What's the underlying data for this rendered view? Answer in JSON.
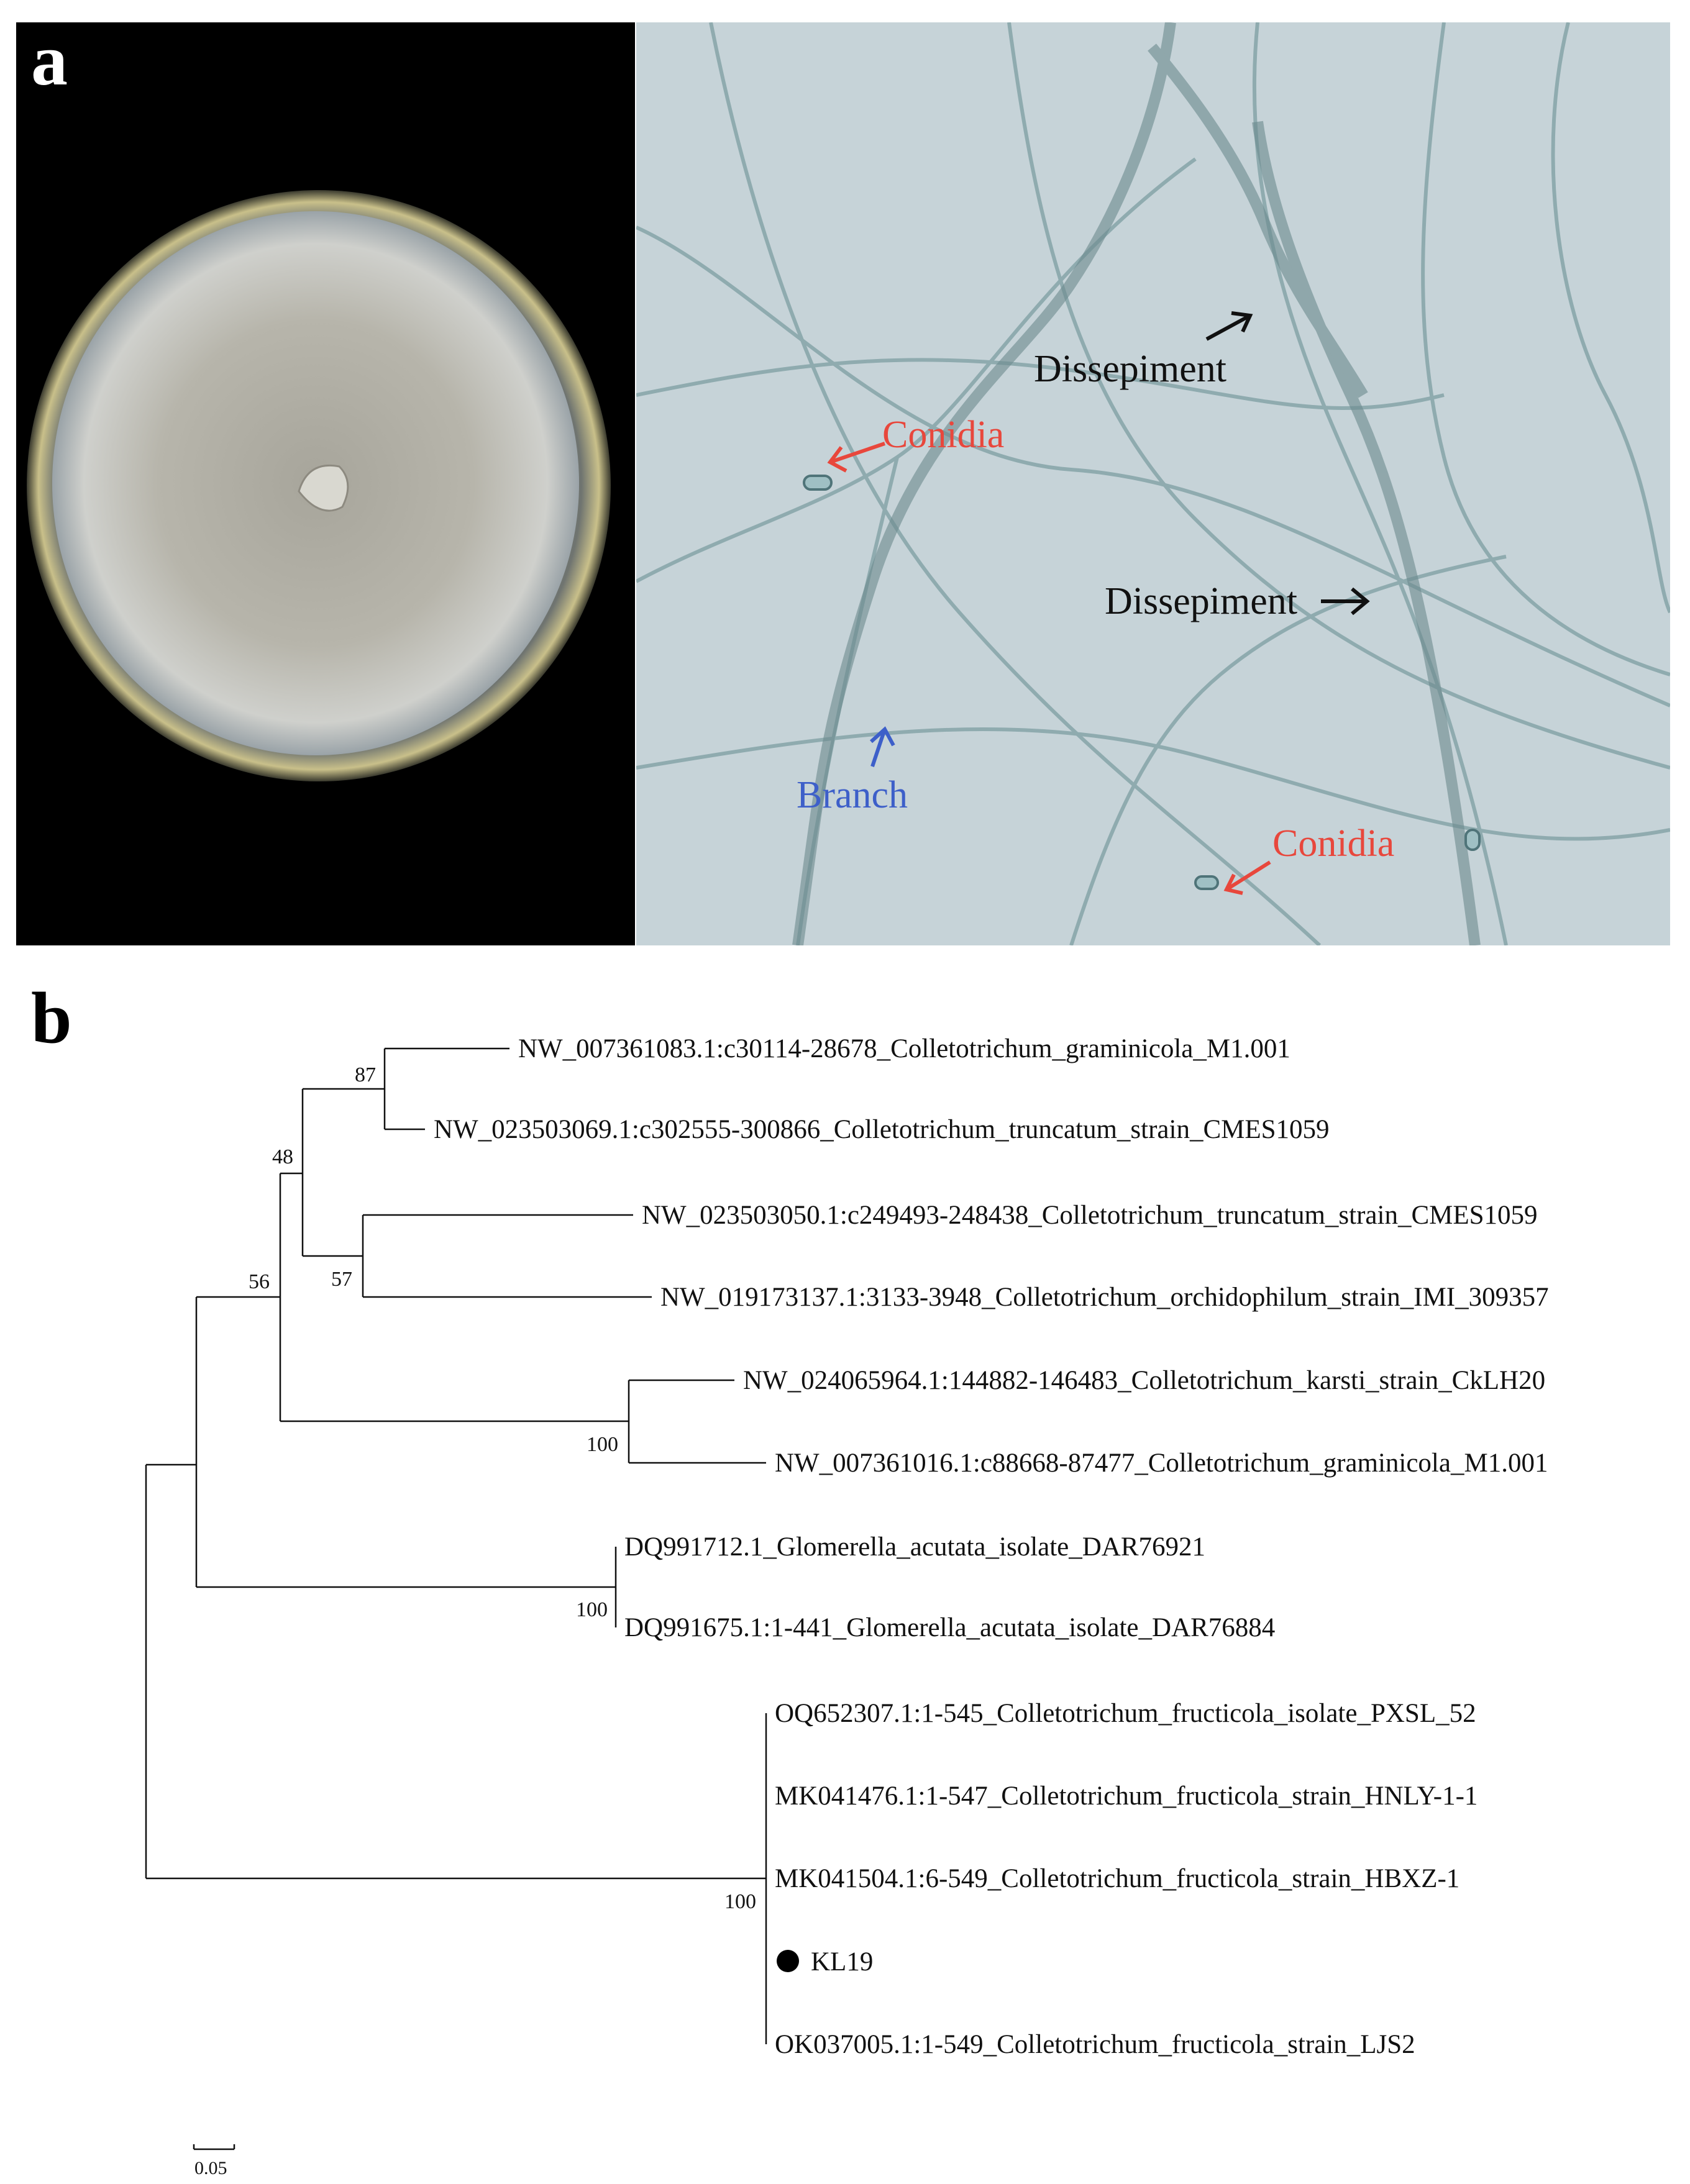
{
  "panel_a": {
    "letter": "a",
    "annotations": {
      "dissepiment_upper": "Dissepiment",
      "dissepiment_lower": "Dissepiment",
      "conidia_upper": "Conidia",
      "conidia_lower": "Conidia",
      "branch": "Branch"
    },
    "colors": {
      "conidia": "#e8473c",
      "branch": "#3d5fc9",
      "dissepiment": "#111111",
      "background": "#c6d3d8"
    }
  },
  "panel_b": {
    "letter": "b",
    "tree": {
      "leaves": [
        "NW_007361083.1:c30114-28678_Colletotrichum_graminicola_M1.001",
        "NW_023503069.1:c302555-300866_Colletotrichum_truncatum_strain_CMES1059",
        "NW_023503050.1:c249493-248438_Colletotrichum_truncatum_strain_CMES1059",
        "NW_019173137.1:3133-3948_Colletotrichum_orchidophilum_strain_IMI_309357",
        "NW_024065964.1:144882-146483_Colletotrichum_karsti_strain_CkLH20",
        "NW_007361016.1:c88668-87477_Colletotrichum_graminicola_M1.001",
        "DQ991712.1_Glomerella_acutata_isolate_DAR76921",
        "DQ991675.1:1-441_Glomerella_acutata_isolate_DAR76884",
        "OQ652307.1:1-545_Colletotrichum_fructicola_isolate_PXSL_52",
        "MK041476.1:1-547_Colletotrichum_fructicola_strain_HNLY-1-1",
        "MK041504.1:6-549_Colletotrichum_fructicola_strain_HBXZ-1",
        "KL19",
        "OK037005.1:1-549_Colletotrichum_fructicola_strain_LJS2"
      ],
      "bootstrap": {
        "graminicola_truncatum": "87",
        "four_clade": "48",
        "truncatum_orchidophilum": "57",
        "six_clade": "56",
        "karsti_graminicola": "100",
        "glomerella": "100",
        "fructicola": "100"
      },
      "highlighted_leaf": "KL19",
      "scale_label": "0.05"
    }
  }
}
